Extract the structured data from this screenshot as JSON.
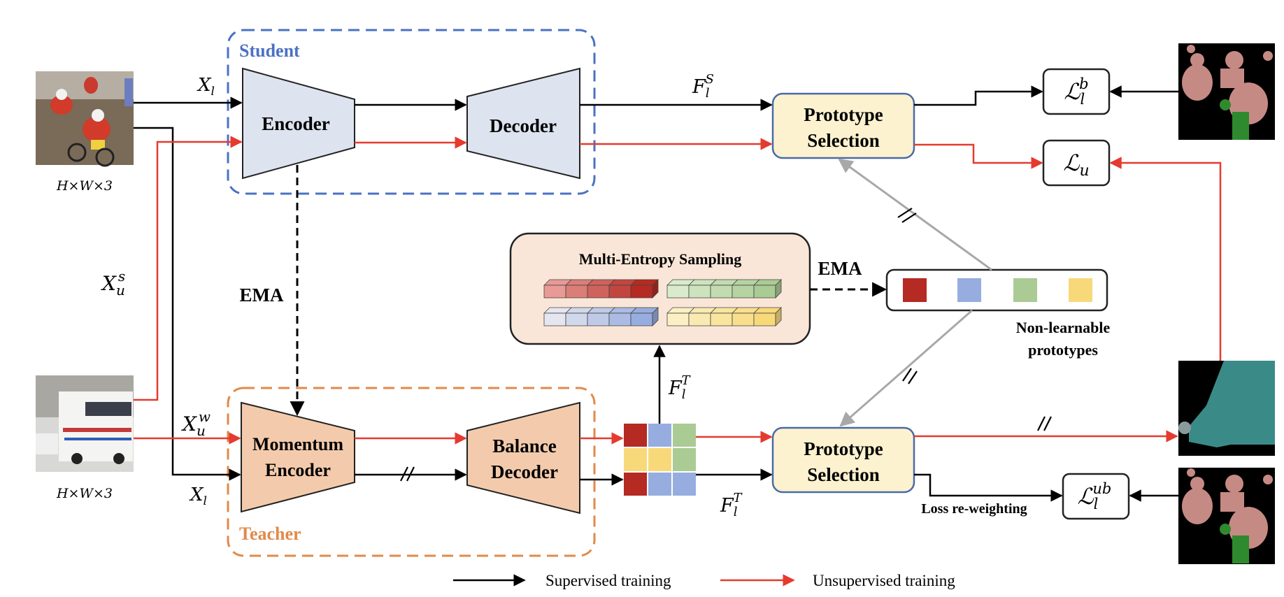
{
  "student": {
    "label": "Student",
    "encoder": "Encoder",
    "decoder": "Decoder"
  },
  "teacher": {
    "label": "Teacher",
    "encoder_line1": "Momentum",
    "encoder_line2": "Encoder",
    "decoder_line1": "Balance",
    "decoder_line2": "Decoder"
  },
  "prototype_selection": {
    "line1": "Prototype",
    "line2": "Selection"
  },
  "ema_vertical": "EMA",
  "ema_horizontal": "EMA",
  "multi_entropy": {
    "title": "Multi-Entropy Sampling"
  },
  "non_learnable": {
    "line1": "Non-learnable",
    "line2": "prototypes"
  },
  "loss_reweighting": "Loss re-weighting",
  "dims_top": "H×W×3",
  "dims_bottom": "H×W×3",
  "symbols": {
    "xl_top": {
      "base": "X",
      "sub": "l",
      "sup": ""
    },
    "xus": {
      "base": "X",
      "sub": "u",
      "sup": "s"
    },
    "xuw": {
      "base": "X",
      "sub": "u",
      "sup": "w"
    },
    "xl_bottom": {
      "base": "X",
      "sub": "l",
      "sup": ""
    },
    "fls": {
      "base": "F",
      "sub": "l",
      "sup": "S"
    },
    "flt_up": {
      "base": "F",
      "sub": "l",
      "sup": "T"
    },
    "flt_bottom": {
      "base": "F",
      "sub": "l",
      "sup": "T"
    }
  },
  "losses": {
    "lb": {
      "base": "ℒ",
      "sub": "l",
      "sup": "b"
    },
    "lu": {
      "base": "ℒ",
      "sub": "u",
      "sup": ""
    },
    "lub": {
      "base": "ℒ",
      "sub": "l",
      "sup": "ub"
    }
  },
  "legend": {
    "supervised": "Supervised training",
    "unsupervised": "Unsupervised training"
  },
  "colors": {
    "supervised": "#000000",
    "unsupervised": "#e53a2f",
    "ema_gray": "#a8a8a8",
    "student_border": "#4a72c4",
    "student_text": "#4a72c4",
    "teacher_border": "#e08a4a",
    "teacher_text": "#e08a4a",
    "student_block": "#dde3ef",
    "teacher_block": "#f3cbac",
    "proto_fill": "#fdf2cf",
    "proto_border": "#4a6aa8",
    "mes_fill": "#fae6d8",
    "proto_red": "#b52a22",
    "proto_blue": "#97addf",
    "proto_green": "#aacb94",
    "proto_yellow": "#f8d97a"
  },
  "icons": [
    "bicycle-photo",
    "bus-photo",
    "segmentation-mask",
    "feature-grid",
    "prototype-cubes"
  ]
}
